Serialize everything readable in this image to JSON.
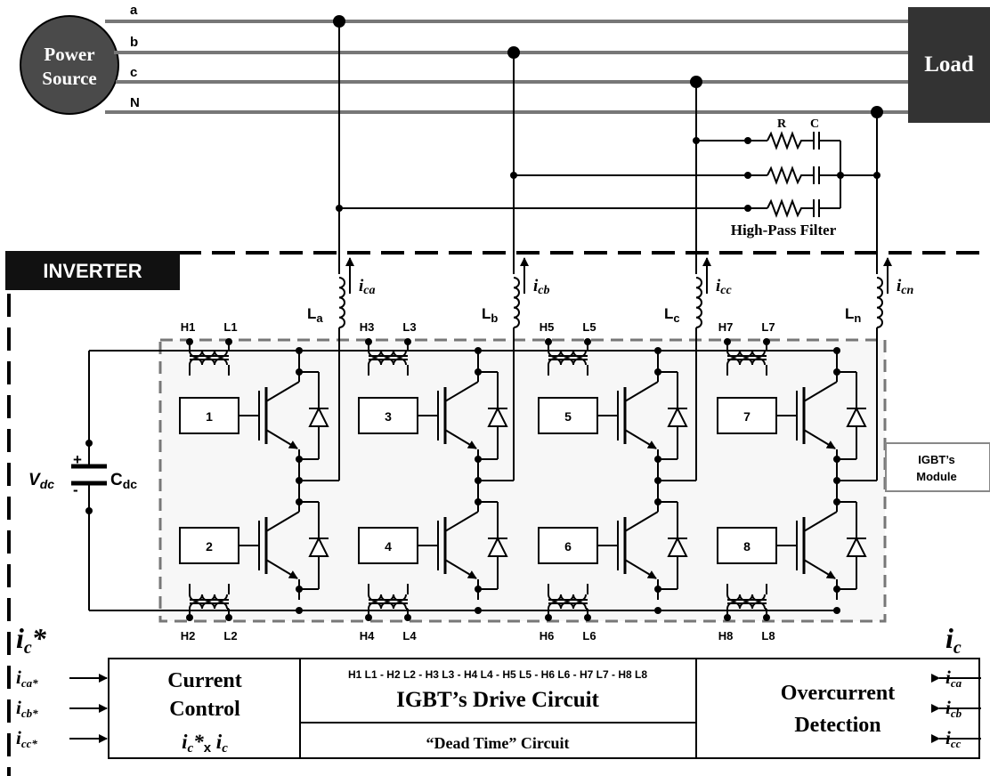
{
  "source": {
    "line1": "Power",
    "line2": "Source"
  },
  "load": "Load",
  "phases": {
    "a": "a",
    "b": "b",
    "c": "c",
    "n": "N"
  },
  "filter": {
    "r": "R",
    "c": "C",
    "label": "High-Pass Filter"
  },
  "inverter_label": "INVERTER",
  "module_label": {
    "line1": "IGBT’s",
    "line2": "Module"
  },
  "dc": {
    "v": "V",
    "v_sub": "dc",
    "c": "C",
    "c_sub": "dc",
    "plus": "+",
    "minus": "-"
  },
  "inductors": [
    {
      "L": "L",
      "sub": "a",
      "i": "i",
      "isub": "ca"
    },
    {
      "L": "L",
      "sub": "b",
      "i": "i",
      "isub": "cb"
    },
    {
      "L": "L",
      "sub": "c",
      "i": "i",
      "isub": "cc"
    },
    {
      "L": "L",
      "sub": "n",
      "i": "i",
      "isub": "cn"
    }
  ],
  "gate_top": [
    {
      "h": "H1",
      "l": "L1",
      "num": "1"
    },
    {
      "h": "H3",
      "l": "L3",
      "num": "3"
    },
    {
      "h": "H5",
      "l": "L5",
      "num": "5"
    },
    {
      "h": "H7",
      "l": "L7",
      "num": "7"
    }
  ],
  "gate_bottom": [
    {
      "h": "H2",
      "l": "L2",
      "num": "2"
    },
    {
      "h": "H4",
      "l": "L4",
      "num": "4"
    },
    {
      "h": "H6",
      "l": "L6",
      "num": "6"
    },
    {
      "h": "H8",
      "l": "L8",
      "num": "8"
    }
  ],
  "refs": {
    "title": "i",
    "title_sub": "c",
    "title_star": "*",
    "items": [
      {
        "i": "i",
        "sub": "ca*"
      },
      {
        "i": "i",
        "sub": "cb*"
      },
      {
        "i": "i",
        "sub": "cc*"
      }
    ]
  },
  "meas": {
    "title": "i",
    "title_sub": "c",
    "items": [
      {
        "i": "i",
        "sub": "ca"
      },
      {
        "i": "i",
        "sub": "cb"
      },
      {
        "i": "i",
        "sub": "cc"
      }
    ]
  },
  "blocks": {
    "current_control": {
      "line1": "Current",
      "line2": "Control",
      "expr_a": "i",
      "expr_a_sub": "c",
      "expr_star": "*",
      "expr_x": "x",
      "expr_b": "i",
      "expr_b_sub": "c"
    },
    "drive_signals": "H1 L1 - H2 L2 - H3 L3 - H4 L4 - H5 L5 - H6 L6 - H7 L7 - H8 L8",
    "drive": "IGBT’s Drive Circuit",
    "dead_time": "“Dead Time” Circuit",
    "overcurrent": {
      "line1": "Overcurrent",
      "line2": "Detection"
    }
  }
}
